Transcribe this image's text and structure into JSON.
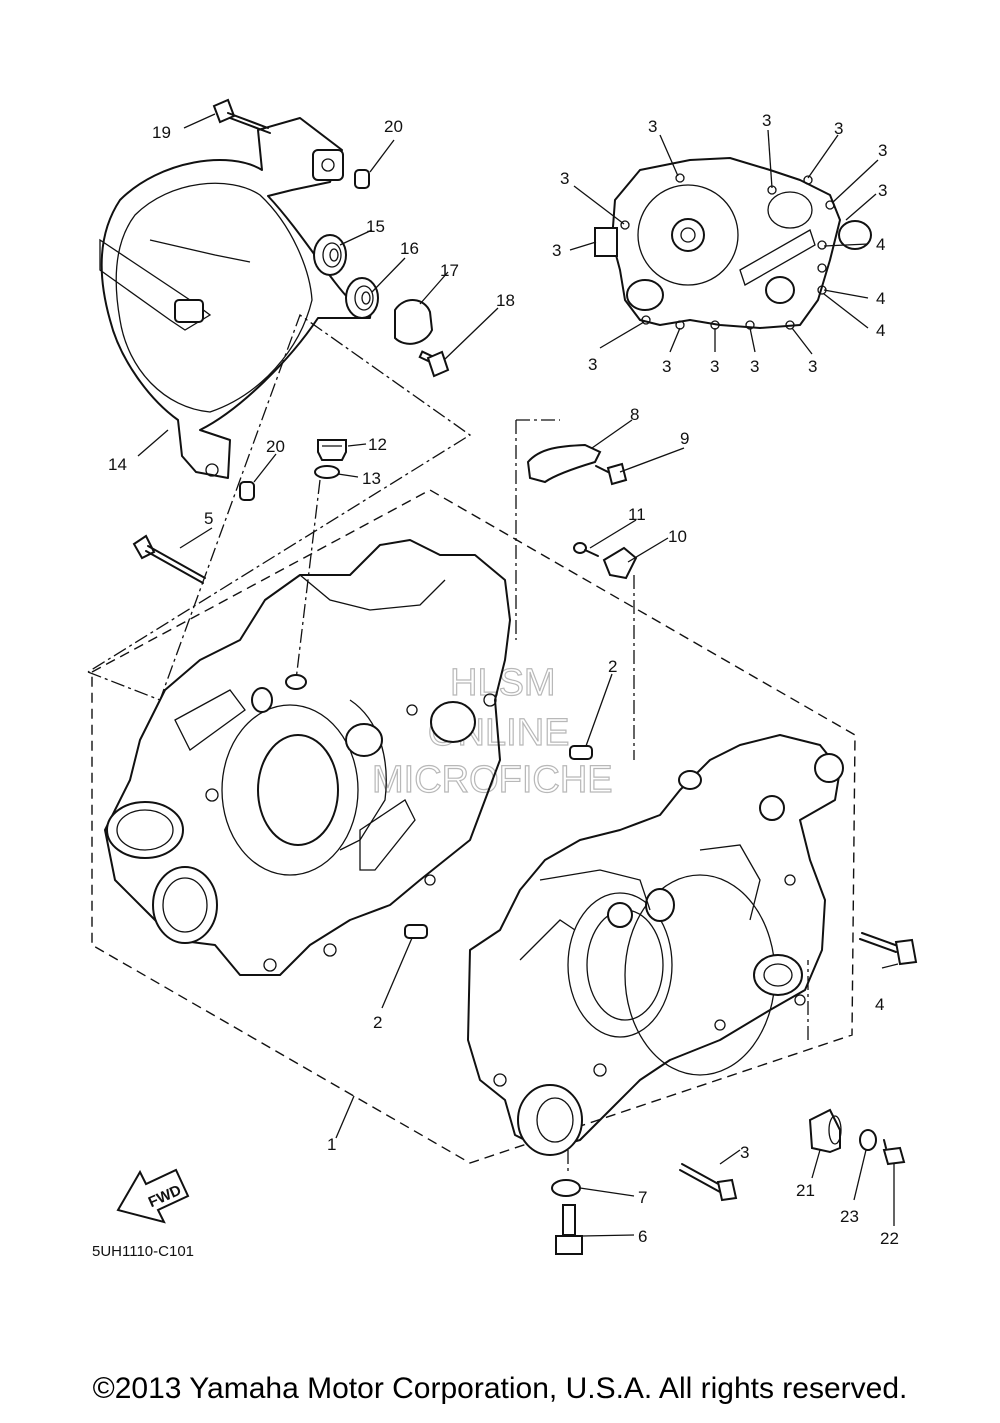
{
  "callouts": {
    "c1": "1",
    "c2a": "2",
    "c2b": "2",
    "c3_top1": "3",
    "c3_top2": "3",
    "c3_top3": "3",
    "c3_top4": "3",
    "c3_top5": "3",
    "c3_left1": "3",
    "c3_left2": "3",
    "c3_bot1": "3",
    "c3_bot2": "3",
    "c3_bot3": "3",
    "c3_bot4": "3",
    "c3_bot5": "3",
    "c3_main": "3",
    "c4a": "4",
    "c4b": "4",
    "c4c": "4",
    "c4_main": "4",
    "c5": "5",
    "c6": "6",
    "c7": "7",
    "c8": "8",
    "c9": "9",
    "c10": "10",
    "c11": "11",
    "c12": "12",
    "c13": "13",
    "c14": "14",
    "c15": "15",
    "c16": "16",
    "c17": "17",
    "c18": "18",
    "c19": "19",
    "c20a": "20",
    "c20b": "20",
    "c21": "21",
    "c22": "22",
    "c23": "23"
  },
  "fwd_label": "FWD",
  "diagram_code": "5UH1110-C101",
  "watermark": [
    "HLSM",
    "ONLINE",
    "MICROFICHE"
  ],
  "copyright": "©2013 Yamaha Motor Corporation, U.S.A. All rights reserved."
}
